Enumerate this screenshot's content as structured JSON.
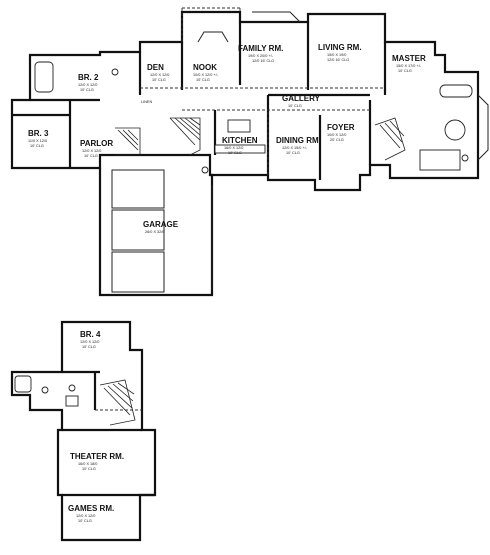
{
  "rooms": {
    "family": {
      "name": "FAMILY RM.",
      "dims": [
        "19/0 X 20/0 +/-",
        "12/0 16' CLG"
      ]
    },
    "living": {
      "name": "LIVING RM.",
      "dims": [
        "15/0 X 19/0",
        "12/0 16' CLG"
      ]
    },
    "den": {
      "name": "DEN",
      "dims": [
        "12/0 X 12/0",
        "10' CLG"
      ]
    },
    "nook": {
      "name": "NOOK",
      "dims": [
        "10/0 X 12/0 +/-",
        "10' CLG"
      ]
    },
    "br2": {
      "name": "BR. 2",
      "dims": [
        "12/0 X 12/0",
        "10' CLG"
      ]
    },
    "br3": {
      "name": "BR. 3",
      "dims": [
        "11/0 X 12/0",
        "10' CLG"
      ]
    },
    "parlor": {
      "name": "PARLOR",
      "dims": [
        "12/0 X 12/0",
        "10' CLG"
      ]
    },
    "kitchen": {
      "name": "KITCHEN",
      "dims": [
        "16/0 X 12/0",
        "10' CLG"
      ]
    },
    "gallery": {
      "name": "GALLERY",
      "dims": [
        "10' CLG"
      ]
    },
    "dining": {
      "name": "DINING RM.",
      "dims": [
        "12/0 X 15/0 +/-",
        "10' CLG"
      ]
    },
    "foyer": {
      "name": "FOYER",
      "dims": [
        "10/0 X 12/0",
        "20' CLG"
      ]
    },
    "master": {
      "name": "MASTER",
      "dims": [
        "15/0 X 17/0 +/-",
        "10' CLG"
      ]
    },
    "garage": {
      "name": "GARAGE",
      "dims": [
        "26/0 X 32/6"
      ]
    },
    "br4": {
      "name": "BR. 4",
      "dims": [
        "12/0 X 12/0",
        "10' CLG"
      ]
    },
    "theater": {
      "name": "THEATER RM.",
      "dims": [
        "16/0 X 18/0",
        "10' CLG"
      ]
    },
    "games": {
      "name": "GAMES RM.",
      "dims": [
        "12/0 X 12/0",
        "10' CLG"
      ]
    }
  },
  "small_labels": {
    "linen": "LINEN"
  }
}
